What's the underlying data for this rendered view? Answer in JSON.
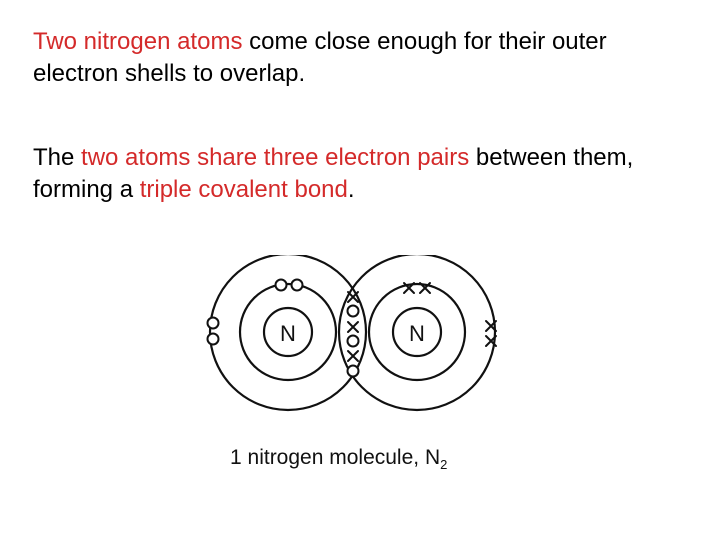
{
  "paragraph1": {
    "hl1": "Two nitrogen atoms",
    "text1": " come close enough for their outer electron shells to overlap."
  },
  "paragraph2": {
    "text1": "The ",
    "hl1": "two atoms share three electron pairs",
    "text2": " between them, forming a ",
    "hl2": "triple covalent bond",
    "text3": "."
  },
  "diagram": {
    "atom_left_symbol": "N",
    "atom_right_symbol": "N",
    "caption_prefix": "1 nitrogen molecule, N",
    "caption_subscript": "2"
  },
  "colors": {
    "highlight": "#d42a2a",
    "text": "#000000",
    "diagram": "#111111"
  }
}
